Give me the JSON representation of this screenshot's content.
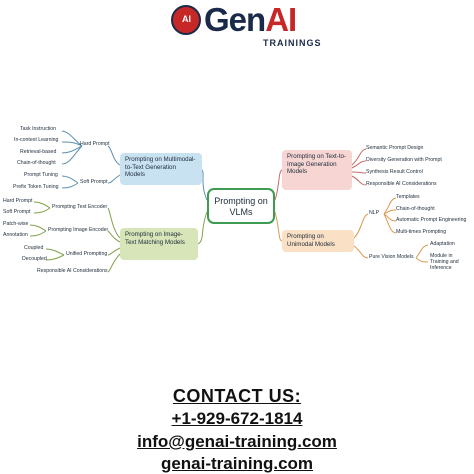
{
  "logo": {
    "mark_text": "AI",
    "brand_part1": "Gen",
    "brand_part2": "AI",
    "subtitle": "TRAININGS",
    "colors": {
      "navy": "#1b2a4a",
      "red": "#c62828"
    }
  },
  "mindmap": {
    "center": "Prompting on VLMs",
    "branches": {
      "top_left": {
        "label": "Prompting on Multimodal-to-Text Generation Models",
        "color": "#c9e2f2",
        "groups": [
          {
            "label": "Hard Prompt",
            "items": [
              "Task Instruction",
              "In-context Learning",
              "Retrieval-based",
              "Chain-of-thought"
            ]
          },
          {
            "label": "Soft Prompt",
            "items": [
              "Prompt Tuning",
              "Prefix Token Tuning"
            ]
          }
        ]
      },
      "bottom_left": {
        "label": "Prompting on Image-Text Matching Models",
        "color": "#d7e5b8",
        "groups": [
          {
            "label": "Prompting Text Encoder",
            "items": [
              "Hard Prompt",
              "Soft Prompt"
            ]
          },
          {
            "label": "Prompting Image Encoder",
            "items": [
              "Patch-wise",
              "Annotation"
            ]
          },
          {
            "label": "Unified Prompting",
            "items": [
              "Coupled",
              "Decoupled"
            ]
          },
          {
            "label": "Responsible AI Considerations",
            "items": []
          }
        ]
      },
      "top_right": {
        "label": "Prompting on Text-to-Image Generation Models",
        "color": "#f6d5d3",
        "items": [
          "Semantic Prompt Design",
          "Diversity Generation with Prompt",
          "Synthesis Result Control",
          "Responsible AI Considerations"
        ]
      },
      "bottom_right": {
        "label": "Prompting on Unimodal Models",
        "color": "#fae0c4",
        "groups": [
          {
            "label": "NLP",
            "items": [
              "Templates",
              "Chain-of-thought",
              "Automatic Prompt Engineering",
              "Multi-times Prompting"
            ]
          },
          {
            "label": "Pure Vision Models",
            "items": [
              "Adaptation",
              "Module in Training and Inference"
            ]
          }
        ]
      }
    }
  },
  "contact": {
    "title": "CONTACT US:",
    "phone": "+1-929-672-1814",
    "email": "info@genai-training.com",
    "website": "genai-training.com"
  }
}
